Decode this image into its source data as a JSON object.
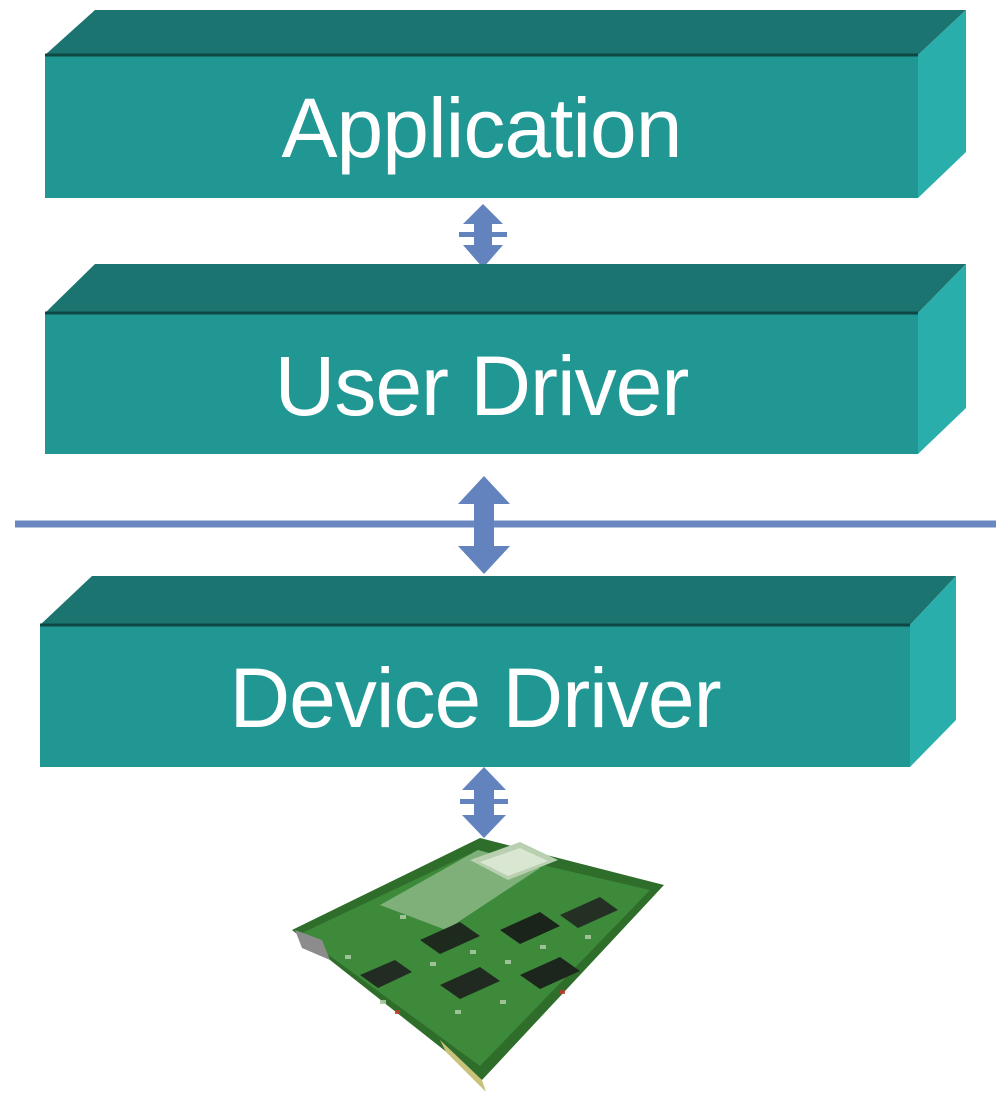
{
  "layers": [
    {
      "label": "Application"
    },
    {
      "label": "User Driver"
    },
    {
      "label": "Device Driver"
    }
  ],
  "hardware": {
    "icon": "circuit-board-icon"
  },
  "colors": {
    "box_front": "#219794",
    "box_top": "#1c7470",
    "box_side": "#2aaeac",
    "box_edge": "#0f4744",
    "arrow": "#6283bd",
    "boundary_line": "#6b87c2",
    "background": "#ffffff"
  }
}
